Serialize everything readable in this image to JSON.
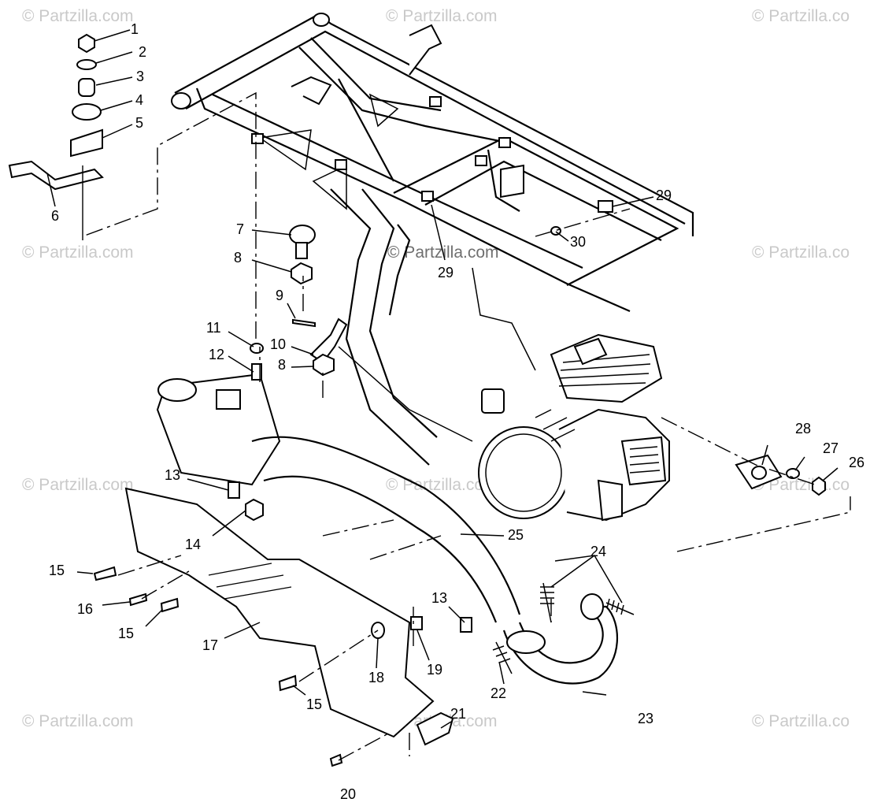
{
  "watermarks": {
    "tile_text": "© Partzilla.com",
    "tile_text_clipped": "© Partzilla.co",
    "center_text": "© Partzilla.com"
  },
  "callouts": {
    "c1": "1",
    "c2": "2",
    "c3": "3",
    "c4": "4",
    "c5": "5",
    "c6": "6",
    "c7": "7",
    "c8a": "8",
    "c8b": "8",
    "c9": "9",
    "c10": "10",
    "c11": "11",
    "c12": "12",
    "c13a": "13",
    "c13b": "13",
    "c14": "14",
    "c15a": "15",
    "c15b": "15",
    "c15c": "15",
    "c16": "16",
    "c17": "17",
    "c18": "18",
    "c19": "19",
    "c20": "20",
    "c21": "21",
    "c22": "22",
    "c23": "23",
    "c24": "24",
    "c25": "25",
    "c26": "26",
    "c27": "27",
    "c28": "28",
    "c29a": "29",
    "c29b": "29",
    "c30": "30"
  }
}
